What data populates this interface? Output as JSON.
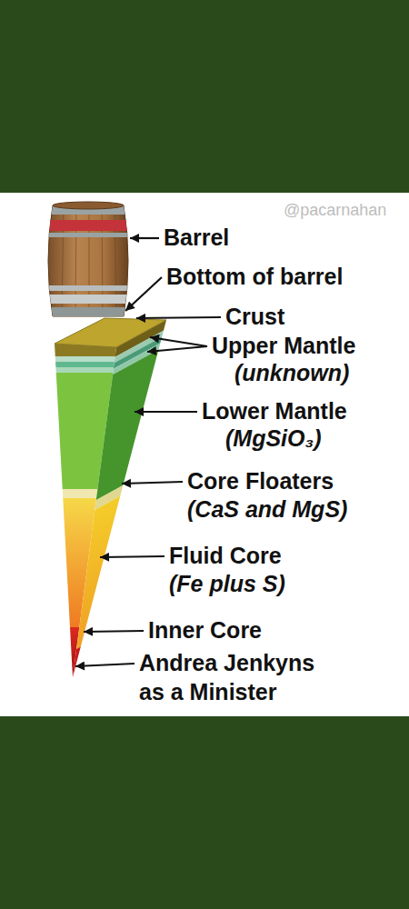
{
  "diagram": {
    "labels": [
      "@pacarnahan",
      "Barrel",
      "Bottom of barrel",
      "Crust",
      "Upper Mantle",
      "(unknown)",
      "Lower Mantle",
      "(MgSiO₃)",
      "Core Floaters",
      "(CaS and MgS)",
      "Fluid Core",
      "(Fe plus S)",
      "Inner Core",
      "Andrea Jenkyns as a Minister"
    ]
  }
}
